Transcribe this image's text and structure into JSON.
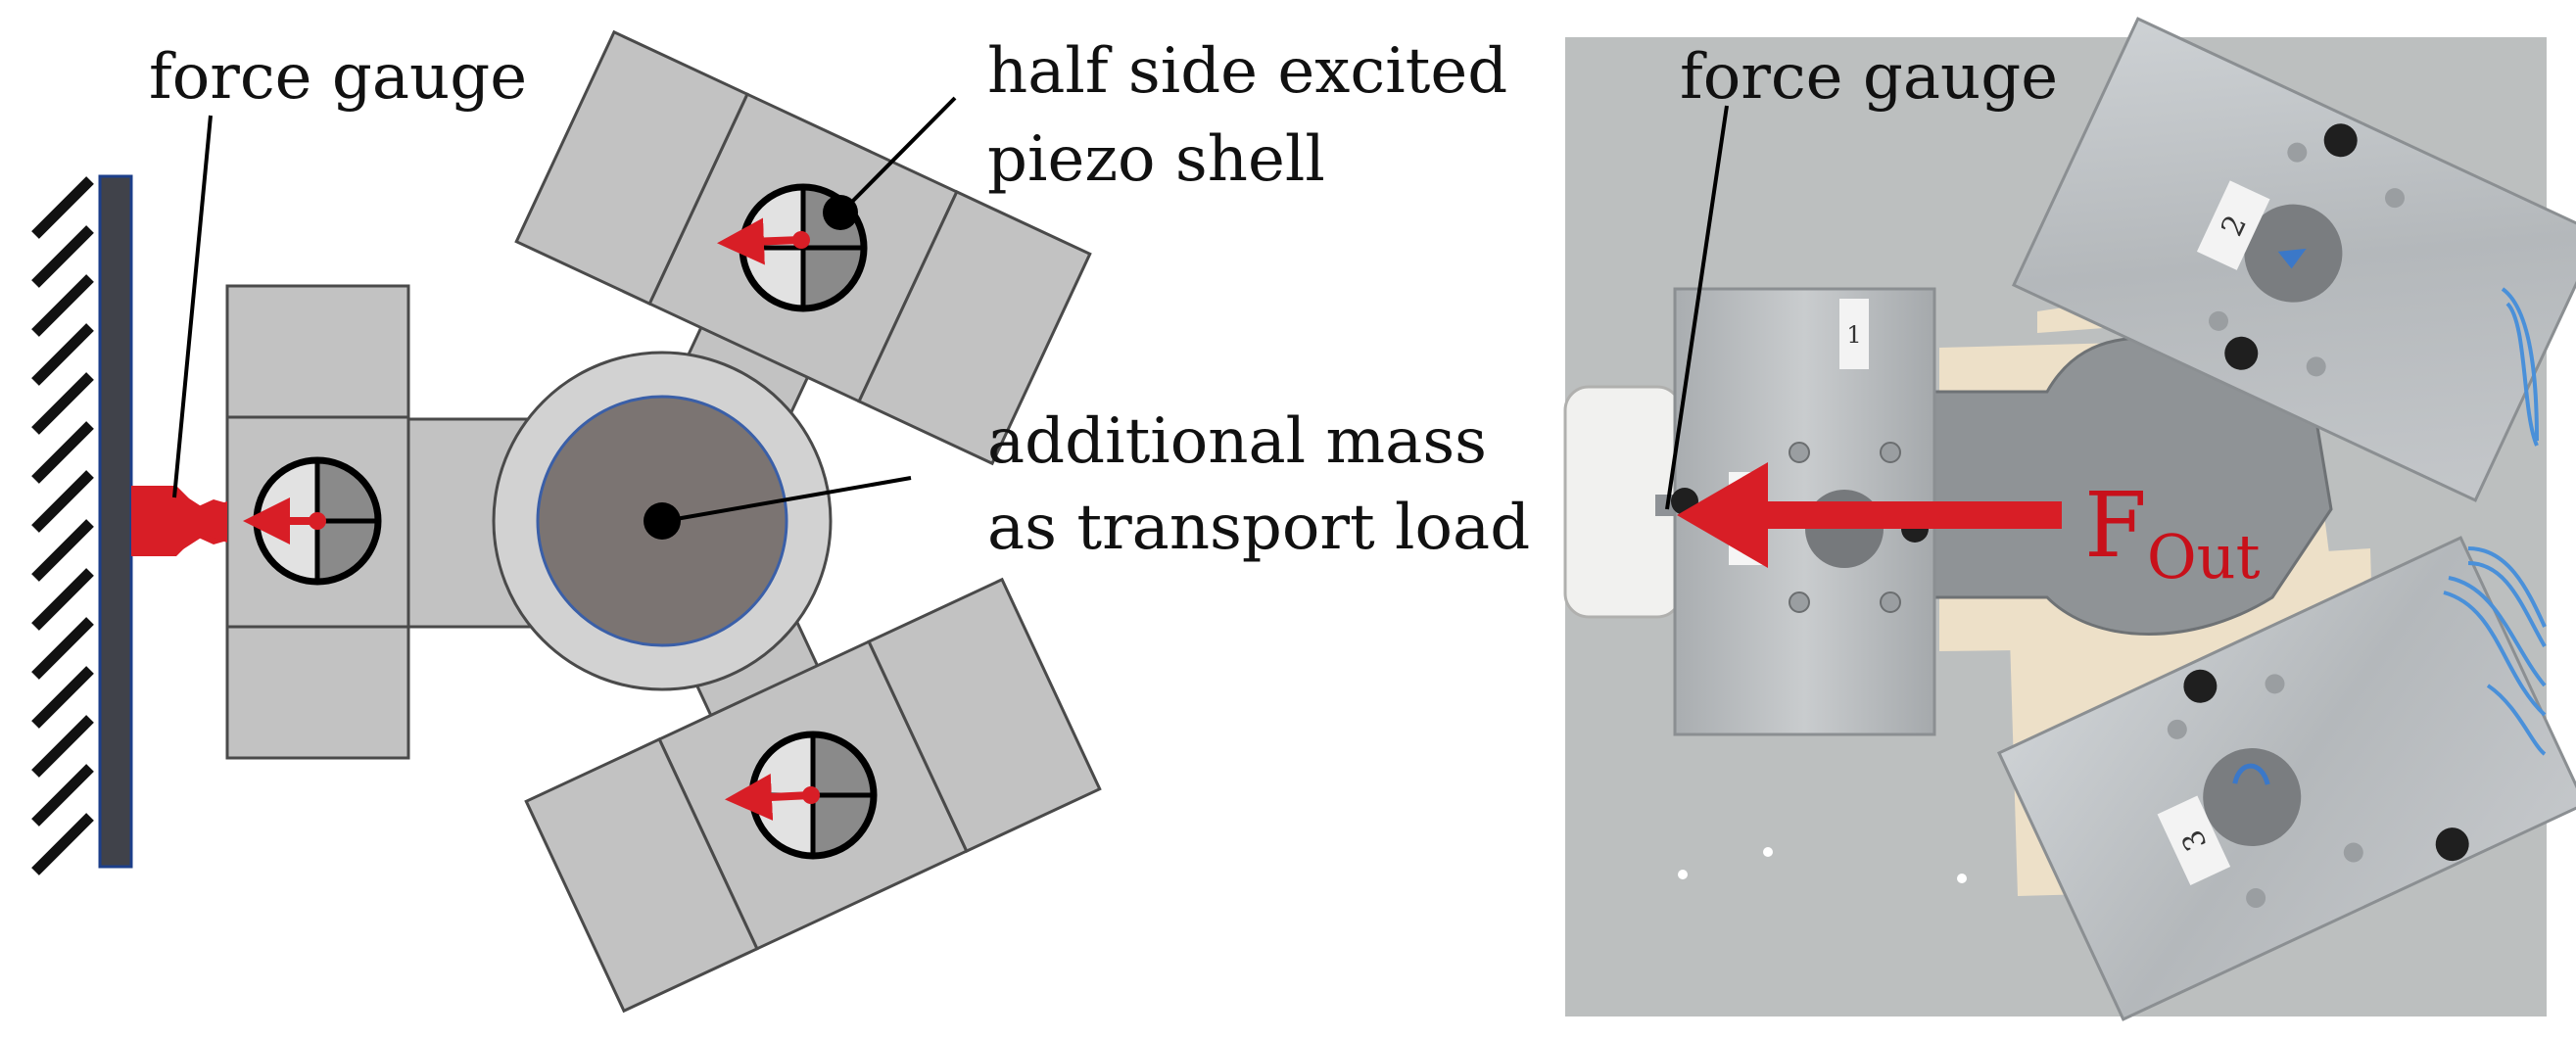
{
  "colors": {
    "accent_red": "#d81e26",
    "block_gray": "#c2c2c2",
    "block_stroke": "#4a4a4a",
    "mass_gray": "#7b7472",
    "mass_ring": "#d2d2d2",
    "wall": "#40424a",
    "photo_bg": "#c6c8c9",
    "aluminum": "#b8bcbf",
    "label_red": "#c8101a"
  },
  "schematic": {
    "force_gauge_label": "force gauge",
    "piezo_label_line1": "half side excited",
    "piezo_label_line2": "piezo shell",
    "mass_label_line1": "additional mass",
    "mass_label_line2": "as transport load"
  },
  "photo": {
    "force_gauge_label": "force gauge",
    "force_symbol": "F",
    "force_subscript": "Out",
    "tag_2": "2",
    "tag_3": "3",
    "tag_1": "1"
  }
}
